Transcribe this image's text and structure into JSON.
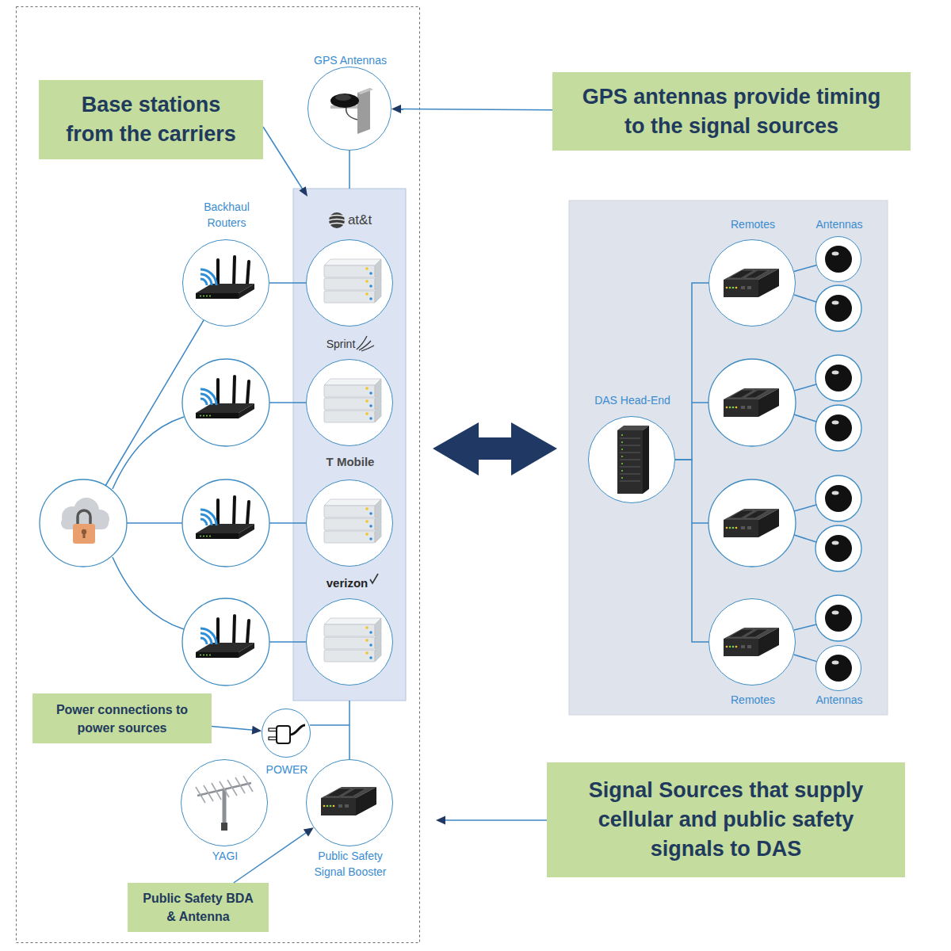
{
  "diagram": {
    "nodes": [
      {
        "text": [
          "Base stations from the carriers"
        ]
      },
      {
        "text": [
          "GPS Antennas"
        ]
      },
      {
        "text": [
          "GPS antennas provide timing to the signal sources"
        ]
      },
      {
        "text": [
          "Backhaul Routers"
        ]
      },
      {
        "text": [
          "at&t"
        ]
      },
      {
        "text": [
          "Sprint"
        ]
      },
      {
        "text": [
          "T Mobile"
        ]
      },
      {
        "text": [
          "verizon"
        ]
      },
      {
        "text": [
          "DAS Head-End"
        ]
      },
      {
        "text": [
          "Remotes"
        ]
      },
      {
        "text": [
          "Antennas"
        ]
      },
      {
        "text": [
          "Remotes"
        ]
      },
      {
        "text": [
          "Antennas"
        ]
      },
      {
        "text": [
          "Power connections to power sources"
        ]
      },
      {
        "text": [
          "POWER"
        ]
      },
      {
        "text": [
          "YAGI"
        ]
      },
      {
        "text": [
          "Public Safety Signal Booster"
        ]
      },
      {
        "text": [
          "Signal Sources that supply cellular and public safety signals to DAS"
        ]
      },
      {
        "text": [
          "Public Safety BDA & Antenna"
        ]
      }
    ],
    "edges": [
      {
        "from": 2,
        "to": 1,
        "arrow": "to"
      },
      {
        "from": 3,
        "to": 4,
        "arrow": "none"
      },
      {
        "from": 8,
        "to": 9,
        "arrow": "none"
      },
      {
        "from": 8,
        "to": 11,
        "arrow": "none"
      },
      {
        "from": 9,
        "to": 10,
        "arrow": "none"
      },
      {
        "from": 11,
        "to": 12,
        "arrow": "none"
      },
      {
        "from": 13,
        "to": 14,
        "arrow": "to"
      },
      {
        "from": 18,
        "to": 16,
        "arrow": "to"
      }
    ]
  }
}
